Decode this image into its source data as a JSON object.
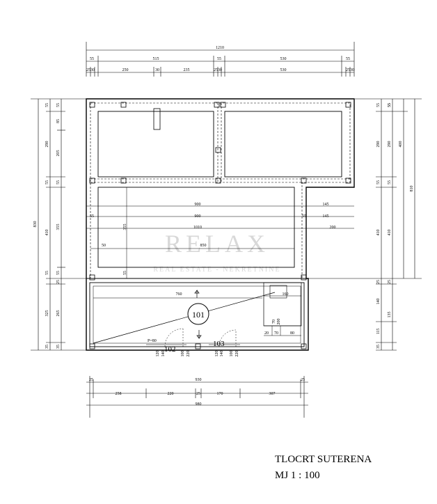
{
  "drawing": {
    "title": "TLOCRT SUTERENA",
    "scale": "MJ 1 : 100"
  },
  "rooms": {
    "r101": "101",
    "r102": "102",
    "r103": "103",
    "p_label": "P=80"
  },
  "watermark": {
    "brand": "RELAX",
    "tagline": "REAL ESTATE - NEKRETNINE"
  },
  "dims_top": {
    "overall": "1210",
    "row1": [
      "55",
      "515",
      "55",
      "530",
      "55"
    ],
    "row2": [
      "25",
      "30",
      "250",
      "30",
      "235",
      "25",
      "30",
      "530",
      "25",
      "30"
    ]
  },
  "dims_left": {
    "total": "830",
    "row1": [
      "55",
      "290",
      "55",
      "410",
      "55",
      "325",
      "35"
    ],
    "row2": [
      "85",
      "205",
      "355",
      "265"
    ]
  },
  "dims_right": {
    "total": "810",
    "row1": [
      "55",
      "290",
      "410",
      "140",
      "115",
      "35"
    ],
    "row2": [
      "55",
      "290",
      "400",
      "410",
      "135"
    ]
  },
  "dims_bottom": {
    "overall": "930",
    "sub": "980",
    "row": [
      "258",
      "220",
      "25",
      "170",
      "307"
    ],
    "ends": [
      "25",
      "25"
    ]
  },
  "dims_inner": {
    "span1": "900",
    "span2": "900",
    "span3": "1010",
    "span4": "850",
    "small_145a": "145",
    "small_145b": "145",
    "small_200": "200",
    "small_50": "50",
    "small_55a": "55",
    "small_355": "355",
    "small_55b": "55",
    "small_760": "760",
    "small_160": "160",
    "stair_20": "20",
    "stair_70": "70",
    "stair_80": "80",
    "stair_70b": "70",
    "stair_200": "200",
    "door_a": [
      "120",
      "140",
      "100",
      "220"
    ],
    "door_b": [
      "120",
      "140",
      "100",
      "220"
    ],
    "left_55": "55",
    "left_25": "25",
    "left_55b": "55",
    "left_35": "35",
    "left_25b": "25",
    "right_25": "25",
    "right_55": "55",
    "right_35": "35"
  }
}
